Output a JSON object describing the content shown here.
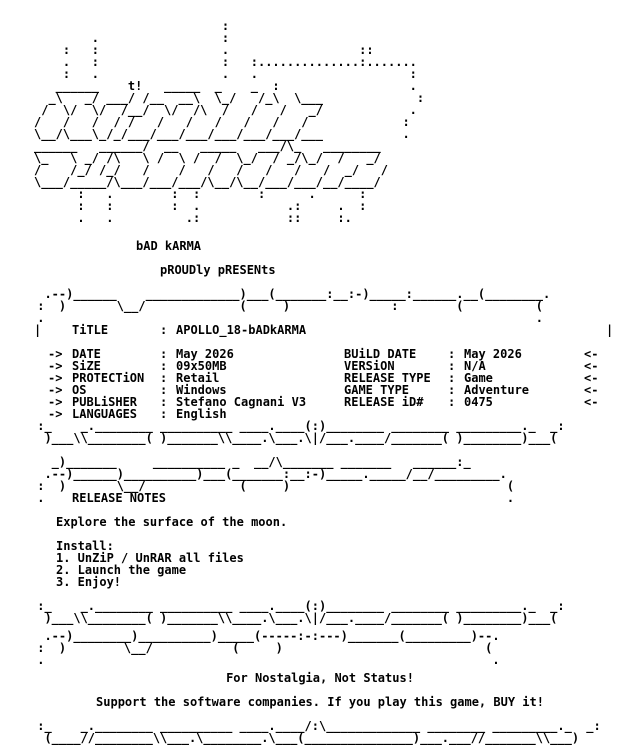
{
  "group": {
    "tagline_1": "t!",
    "name": "bAD kARMA",
    "presents": "pROUDly pRESENts"
  },
  "info": {
    "title_label": "TiTLE",
    "title_value": "APOLLO_18-bADkARMA",
    "rows": [
      {
        "l_label": "DATE",
        "l_value": "May 2026",
        "r_label": "BUiLD DATE",
        "r_value": "May 2026"
      },
      {
        "l_label": "SiZE",
        "l_value": "09x50MB",
        "r_label": "VERSiON",
        "r_value": "N/A"
      },
      {
        "l_label": "PROTECTiON",
        "l_value": "Retail",
        "r_label": "RELEASE TYPE",
        "r_value": "Game"
      },
      {
        "l_label": "OS",
        "l_value": "Windows",
        "r_label": "GAME TYPE",
        "r_value": "Adventure"
      },
      {
        "l_label": "PUBLiSHER",
        "l_value": "Stefano Cagnani V3",
        "r_label": "RELEASE iD#",
        "r_value": "0475"
      },
      {
        "l_label": "LANGUAGES",
        "l_value": "English",
        "r_label": "",
        "r_value": ""
      }
    ]
  },
  "notes": {
    "heading": "RELEASE NOTES",
    "description": "Explore the surface of the moon.",
    "install_heading": "Install:",
    "steps": [
      "1. UnZiP / UnRAR all files",
      "2. Launch the game",
      "3. Enjoy!"
    ]
  },
  "footer": {
    "line_1": "For Nostalgia, Not Status!",
    "line_2": "Support the software companies. If you play this game, BUY it!"
  }
}
